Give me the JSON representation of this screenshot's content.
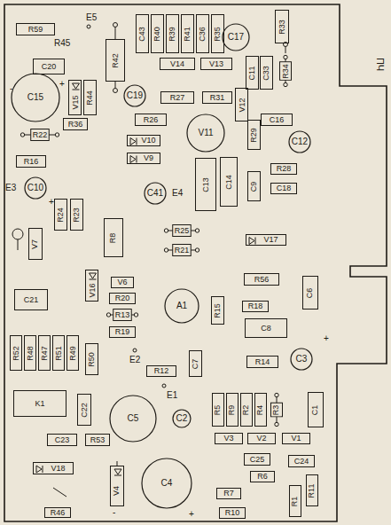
{
  "diagram": {
    "nodes": [
      {
        "text": [
          "R59"
        ]
      },
      {
        "text": [
          "C20"
        ]
      },
      {
        "text": [
          "R42"
        ]
      },
      {
        "text": [
          "C43"
        ]
      },
      {
        "text": [
          "R40"
        ]
      },
      {
        "text": [
          "R39"
        ]
      },
      {
        "text": [
          "R41"
        ]
      },
      {
        "text": [
          "C36"
        ]
      },
      {
        "text": [
          "R35"
        ]
      },
      {
        "text": [
          "C17"
        ]
      },
      {
        "text": [
          "R33"
        ]
      },
      {
        "text": [
          "V14"
        ]
      },
      {
        "text": [
          "V13"
        ]
      },
      {
        "text": [
          "C11"
        ]
      },
      {
        "text": [
          "C33"
        ]
      },
      {
        "text": [
          "R34"
        ]
      },
      {
        "text": [
          "C15"
        ]
      },
      {
        "text": [
          "V15"
        ]
      },
      {
        "text": [
          "R44"
        ]
      },
      {
        "text": [
          "C19"
        ]
      },
      {
        "text": [
          "R27"
        ]
      },
      {
        "text": [
          "R31"
        ]
      },
      {
        "text": [
          "V12"
        ]
      },
      {
        "text": [
          "R26"
        ]
      },
      {
        "text": [
          "C16"
        ]
      },
      {
        "text": [
          "R22"
        ]
      },
      {
        "text": [
          "R36"
        ]
      },
      {
        "text": [
          "V10"
        ]
      },
      {
        "text": [
          "V9"
        ]
      },
      {
        "text": [
          "V11"
        ]
      },
      {
        "text": [
          "R29"
        ]
      },
      {
        "text": [
          "C12"
        ]
      },
      {
        "text": [
          "R16"
        ]
      },
      {
        "text": [
          "C14"
        ]
      },
      {
        "text": [
          "C13"
        ]
      },
      {
        "text": [
          "C9"
        ]
      },
      {
        "text": [
          "R28"
        ]
      },
      {
        "text": [
          "C18"
        ]
      },
      {
        "text": [
          "C10"
        ]
      },
      {
        "text": [
          "C41"
        ]
      },
      {
        "text": [
          "R24"
        ]
      },
      {
        "text": [
          "R23"
        ]
      },
      {
        "text": [
          "V7"
        ]
      },
      {
        "text": [
          "R8"
        ]
      },
      {
        "text": [
          "R25"
        ]
      },
      {
        "text": [
          "R21"
        ]
      },
      {
        "text": [
          "V17"
        ]
      },
      {
        "text": [
          "C21"
        ]
      },
      {
        "text": [
          "V16"
        ]
      },
      {
        "text": [
          "V6"
        ]
      },
      {
        "text": [
          "R20"
        ]
      },
      {
        "text": [
          "R13"
        ]
      },
      {
        "text": [
          "R19"
        ]
      },
      {
        "text": [
          "A1"
        ]
      },
      {
        "text": [
          "R15"
        ]
      },
      {
        "text": [
          "R56"
        ]
      },
      {
        "text": [
          "R18"
        ]
      },
      {
        "text": [
          "C8"
        ]
      },
      {
        "text": [
          "C6"
        ]
      },
      {
        "text": [
          "R52"
        ]
      },
      {
        "text": [
          "R48"
        ]
      },
      {
        "text": [
          "R47"
        ]
      },
      {
        "text": [
          "R51"
        ]
      },
      {
        "text": [
          "R49"
        ]
      },
      {
        "text": [
          "R50"
        ]
      },
      {
        "text": [
          "R12"
        ]
      },
      {
        "text": [
          "C7"
        ]
      },
      {
        "text": [
          "R14"
        ]
      },
      {
        "text": [
          "C3"
        ]
      },
      {
        "text": [
          "K1"
        ]
      },
      {
        "text": [
          "C22"
        ]
      },
      {
        "text": [
          "C5"
        ]
      },
      {
        "text": [
          "C2"
        ]
      },
      {
        "text": [
          "R5"
        ]
      },
      {
        "text": [
          "R9"
        ]
      },
      {
        "text": [
          "R2"
        ]
      },
      {
        "text": [
          "R4"
        ]
      },
      {
        "text": [
          "R3"
        ]
      },
      {
        "text": [
          "C1"
        ]
      },
      {
        "text": [
          "C23"
        ]
      },
      {
        "text": [
          "R53"
        ]
      },
      {
        "text": [
          "V18"
        ]
      },
      {
        "text": [
          "V4"
        ]
      },
      {
        "text": [
          "C4"
        ]
      },
      {
        "text": [
          "V3"
        ]
      },
      {
        "text": [
          "V2"
        ]
      },
      {
        "text": [
          "V1"
        ]
      },
      {
        "text": [
          "C25"
        ]
      },
      {
        "text": [
          "C24"
        ]
      },
      {
        "text": [
          "R6"
        ]
      },
      {
        "text": [
          "R7"
        ]
      },
      {
        "text": [
          "R10"
        ]
      },
      {
        "text": [
          "R11"
        ]
      },
      {
        "text": [
          "R1"
        ]
      },
      {
        "text": [
          "R46"
        ]
      }
    ],
    "labels": [
      "R45",
      "E5",
      "E4",
      "E3",
      "E2",
      "E1",
      "ПЧ",
      "-",
      "+",
      "+",
      "-",
      "+",
      "+"
    ]
  }
}
